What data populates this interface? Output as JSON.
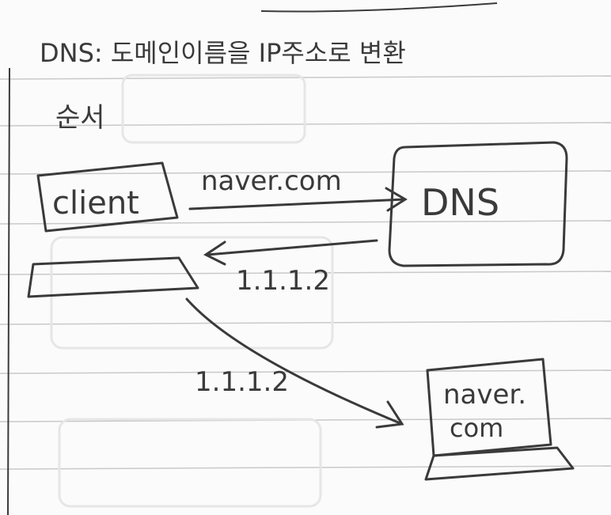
{
  "header": {
    "title": "DNS: 도메인이름을 IP주소로 변환",
    "direction_label": "순서"
  },
  "nodes": {
    "client": {
      "label": "client"
    },
    "dns": {
      "label": "DNS"
    },
    "server": {
      "label_line1": "naver.",
      "label_line2": "com"
    }
  },
  "arrows": {
    "query": {
      "label": "naver.com"
    },
    "response": {
      "label": "1.1.1.2"
    },
    "connect": {
      "label": "1.1.1.2"
    }
  },
  "colors": {
    "ink": "#3a3a3a",
    "paper": "#fbfbfb",
    "rule_line": "#c9c9c9",
    "faint_ghost": "#e6e6e6"
  }
}
